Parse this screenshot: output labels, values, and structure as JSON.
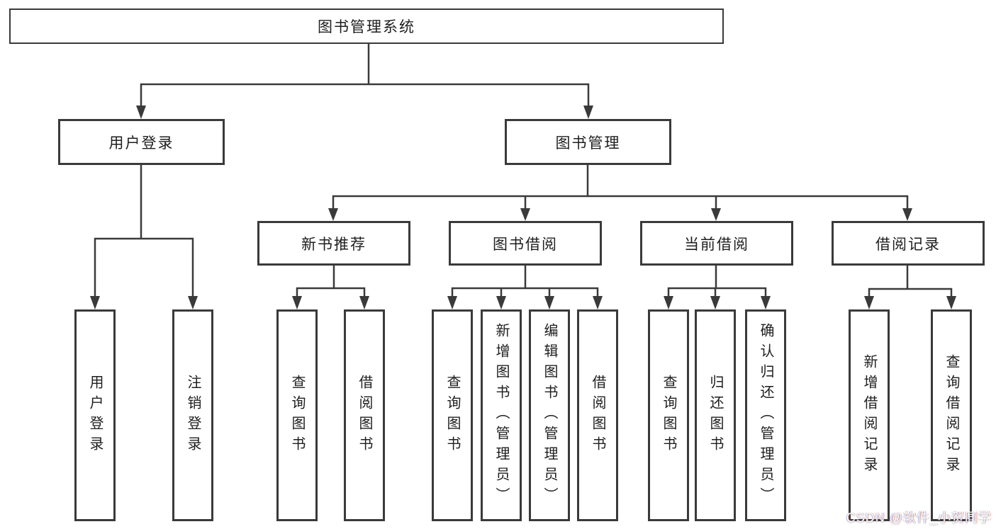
{
  "colors": {
    "background": "#ffffff",
    "box_fill": "#ffffff",
    "box_border": "#3a3a3a",
    "line": "#3a3a3a",
    "text": "#1e1e1e",
    "watermark_text": "#fafafa"
  },
  "tree": {
    "root": {
      "label": "图书管理系统",
      "children": [
        {
          "label": "用户登录",
          "children": [
            {
              "label": "用户登录"
            },
            {
              "label": "注销登录"
            }
          ]
        },
        {
          "label": "图书管理",
          "children": [
            {
              "label": "新书推荐",
              "children": [
                {
                  "label": "查询图书"
                },
                {
                  "label": "借阅图书"
                }
              ]
            },
            {
              "label": "图书借阅",
              "children": [
                {
                  "label": "查询图书"
                },
                {
                  "label": "新增图书（管理员）"
                },
                {
                  "label": "编辑图书（管理员）"
                },
                {
                  "label": "借阅图书"
                }
              ]
            },
            {
              "label": "当前借阅",
              "children": [
                {
                  "label": "查询图书"
                },
                {
                  "label": "归还图书"
                },
                {
                  "label": "确认归还（管理员）"
                }
              ]
            },
            {
              "label": "借阅记录",
              "children": [
                {
                  "label": "新增借阅记录"
                },
                {
                  "label": "查询借阅记录"
                }
              ]
            }
          ]
        }
      ]
    }
  },
  "watermark": {
    "text": "CSDN @软件_小贺同学"
  }
}
